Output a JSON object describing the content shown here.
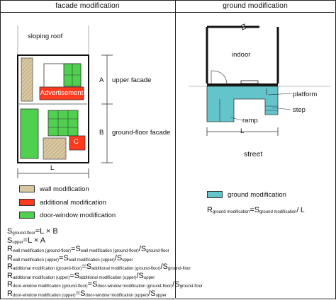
{
  "headers": {
    "left": "facade modification",
    "right": "ground modification"
  },
  "facade": {
    "roof": "sloping roof",
    "advertisement": "Advertisement",
    "upper_letter": "A",
    "upper_label": "upper facade",
    "ground_letter": "B",
    "ground_label": "ground-floor facade",
    "width_label": "L",
    "door_letter": "C"
  },
  "legend_left": [
    {
      "label": "wall modification",
      "color": "#d8c7a0"
    },
    {
      "label": "additional modification",
      "color": "#ff3b1f"
    },
    {
      "label": "door-window modification",
      "color": "#4fd14f"
    }
  ],
  "ground": {
    "indoor": "indoor",
    "platform": "platform",
    "step": "step",
    "ramp": "ramp",
    "width_label": "L",
    "street": "street"
  },
  "legend_right": {
    "label": "ground modification",
    "color": "#63c4cc"
  },
  "ground_formula": {
    "r": "R",
    "r_sub": "ground modification",
    "eq": "=S",
    "eq_sub": "ground modification",
    "tail": "/ L"
  },
  "formulas": [
    {
      "parts": [
        [
          "S",
          "ground-floor"
        ],
        [
          "=L × B",
          ""
        ]
      ]
    },
    {
      "parts": [
        [
          "S",
          "upper"
        ],
        [
          "=L × A",
          ""
        ]
      ]
    },
    {
      "parts": [
        [
          "R",
          "wall modification (ground-floor)"
        ],
        [
          "=S",
          "wall modification (ground-floor)"
        ],
        [
          "/S",
          "ground-floor"
        ]
      ]
    },
    {
      "parts": [
        [
          "R",
          "wall modification (upper)"
        ],
        [
          "=S",
          "wall modification (upper)"
        ],
        [
          "/S",
          "upper"
        ]
      ]
    },
    {
      "parts": [
        [
          "R",
          "additional modification (ground-floor)"
        ],
        [
          "=S",
          "additional modification (ground-floor)"
        ],
        [
          "/S",
          "ground-floor"
        ]
      ]
    },
    {
      "parts": [
        [
          "R",
          "additional modification (upper)"
        ],
        [
          "=S",
          "additional modification (upper)"
        ],
        [
          "/S",
          "upper"
        ]
      ]
    },
    {
      "parts": [
        [
          "R",
          "door-window modification (ground-floor)"
        ],
        [
          "=S",
          "door-window modification (ground-floor)"
        ],
        [
          "/S",
          "ground-floor"
        ]
      ]
    },
    {
      "parts": [
        [
          "R",
          "door-window modification (upper)"
        ],
        [
          "=S",
          "door-window modification (upper)"
        ],
        [
          "/S",
          "upper"
        ]
      ]
    }
  ]
}
